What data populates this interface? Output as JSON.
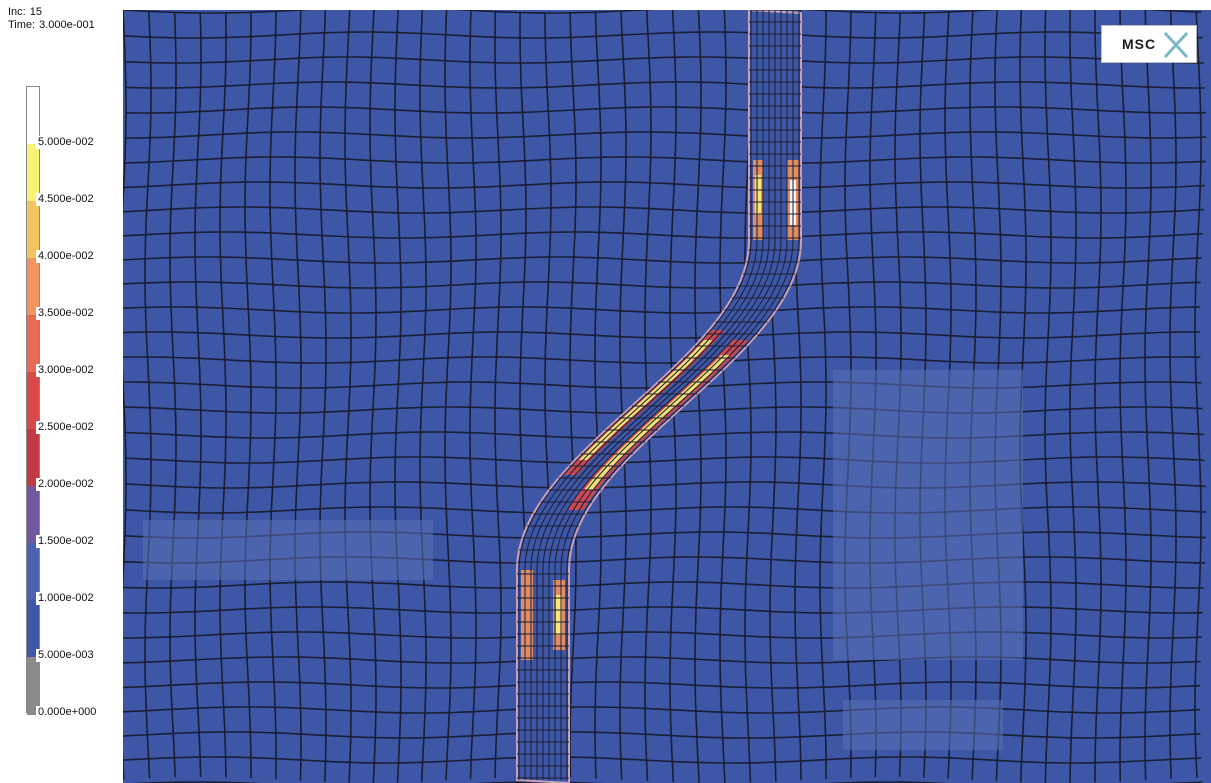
{
  "header": {
    "inc_label": "Inc:",
    "inc_value": "15",
    "time_label": "Time:",
    "time_value": "3.000e-001"
  },
  "legend": {
    "labels": [
      "5.000e-002",
      "4.500e-002",
      "4.000e-002",
      "3.500e-002",
      "3.000e-002",
      "2.500e-002",
      "2.000e-002",
      "1.500e-002",
      "1.000e-002",
      "5.000e-003",
      "0.000e+000"
    ],
    "colors": [
      "#ffffff",
      "#f7f27a",
      "#f6c45e",
      "#f19460",
      "#e76a55",
      "#d8494a",
      "#c43a44",
      "#7158a0",
      "#4c63b0",
      "#3d57a6",
      "#8a8a8a"
    ]
  },
  "logo": {
    "text": "MSC"
  },
  "mesh": {
    "background_color": "#3d57a6",
    "line_color": "#1a1d33",
    "hot_colors": [
      "#ffffff",
      "#f7f27a",
      "#f19460",
      "#d8494a"
    ]
  }
}
